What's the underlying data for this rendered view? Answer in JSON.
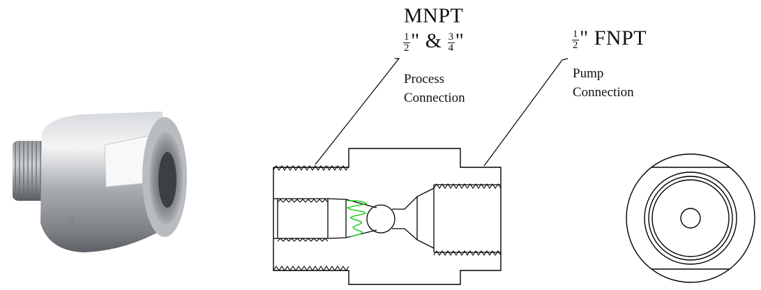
{
  "labels": {
    "mnpt_title": "MNPT",
    "mnpt_sizes": {
      "frac1_num": "1",
      "frac1_den": "2",
      "inch1": "\"",
      "amp": "&",
      "frac2_num": "3",
      "frac2_den": "4",
      "inch2": "\""
    },
    "process_line1": "Process",
    "process_line2": "Connection",
    "fnpt": {
      "frac_num": "1",
      "frac_den": "2",
      "rest": "\" FNPT"
    },
    "pump_line1": "Pump",
    "pump_line2": "Connection"
  },
  "photo": {
    "part_name": "stainless steel fitting",
    "body_color": "#b9bcc0",
    "highlight_color": "#eef0f2"
  },
  "drawing": {
    "line_color": "#000000",
    "spring_color": "#22cc22"
  }
}
